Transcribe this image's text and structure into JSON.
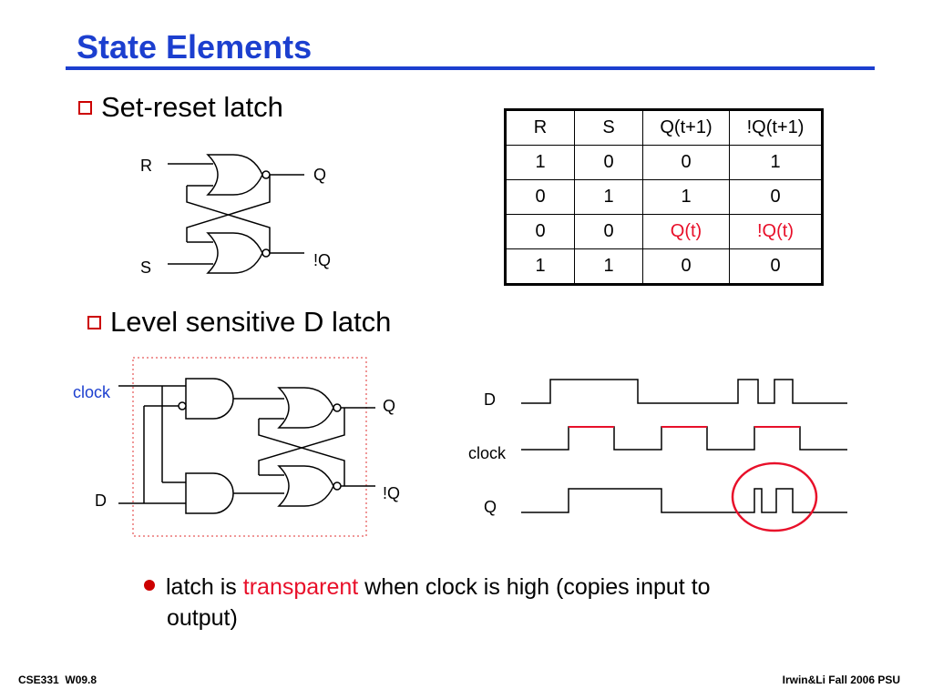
{
  "slide": {
    "title": "State Elements",
    "bullet1": "Set-reset latch",
    "bullet2": "Level sensitive D latch",
    "note": {
      "line1_pre": "latch is ",
      "line1_highlight": "transparent",
      "line1_post": " when clock is high (copies input to",
      "line2": "output)"
    }
  },
  "sr_latch": {
    "in_top": "R",
    "in_bottom": "S",
    "out_top": "Q",
    "out_bottom": "!Q"
  },
  "truth_table": {
    "headers": [
      "R",
      "S",
      "Q(t+1)",
      "!Q(t+1)"
    ],
    "rows": [
      [
        "1",
        "0",
        "0",
        "1"
      ],
      [
        "0",
        "1",
        "1",
        "0"
      ],
      [
        "0",
        "0",
        "Q(t)",
        "!Q(t)"
      ],
      [
        "1",
        "1",
        "0",
        "0"
      ]
    ]
  },
  "d_latch": {
    "clock_label": "clock",
    "d_label": "D",
    "out_top": "Q",
    "out_bottom": "!Q"
  },
  "waveforms": {
    "d_label": "D",
    "clock_label": "clock",
    "q_label": "Q"
  },
  "footer": {
    "left": "CSE331  W09.8",
    "right": "Irwin&Li Fall 2006 PSU"
  },
  "colors": {
    "title": "#1c3fcf",
    "accent_red": "#e8102a",
    "clock_label": "#1c3fcf"
  }
}
